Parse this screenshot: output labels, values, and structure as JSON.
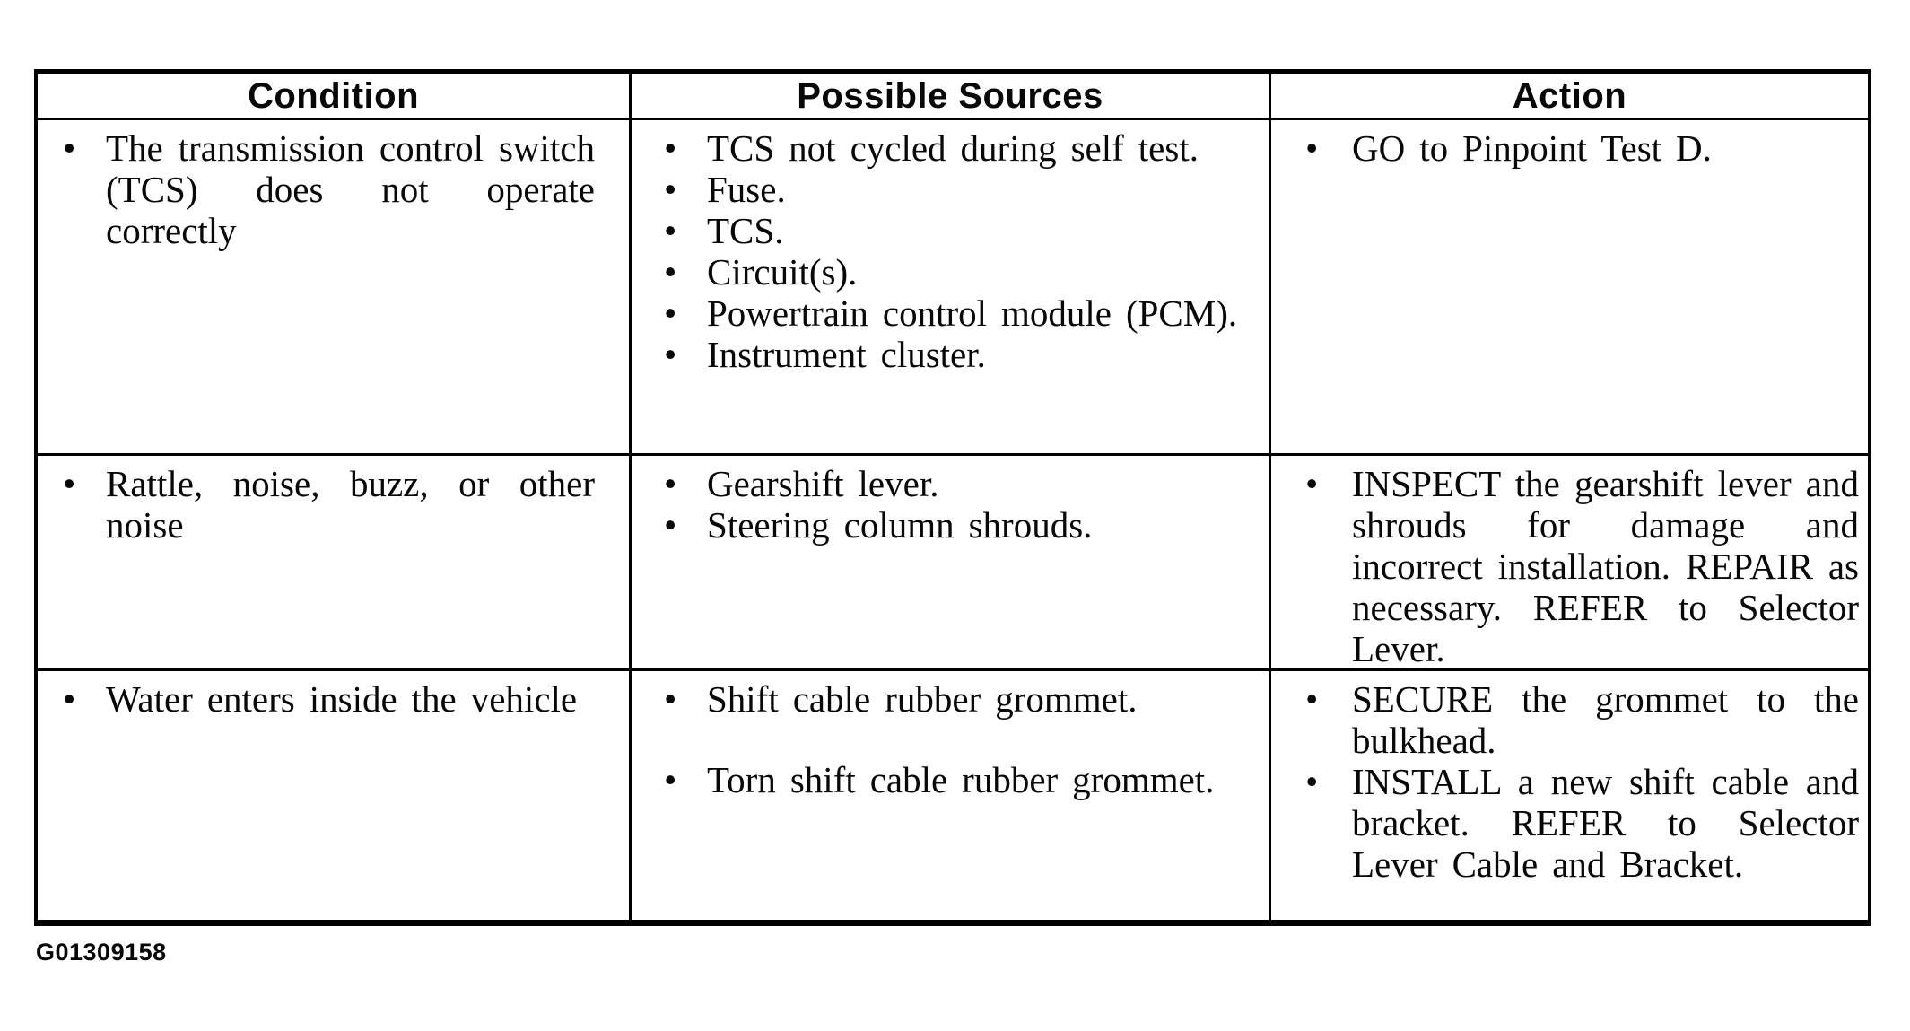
{
  "document": {
    "figure_id": "G01309158",
    "bullet_glyph": "•"
  },
  "table": {
    "columns": [
      "Condition",
      "Possible Sources",
      "Action"
    ],
    "rows": [
      {
        "condition": [
          "The transmission control switch (TCS) does not operate correctly"
        ],
        "possible_sources": [
          "TCS not cycled during self test.",
          "Fuse.",
          "TCS.",
          "Circuit(s).",
          "Powertrain control module (PCM).",
          "Instrument cluster."
        ],
        "action": [
          "GO to Pinpoint Test D."
        ]
      },
      {
        "condition": [
          "Rattle, noise, buzz, or other noise"
        ],
        "possible_sources": [
          "Gearshift lever.",
          "Steering column shrouds."
        ],
        "action": [
          "INSPECT the gearshift lever and shrouds for damage and incorrect installation. REPAIR as necessary. REFER to Selector Lever."
        ]
      },
      {
        "condition": [
          "Water enters inside the vehicle"
        ],
        "possible_sources": [
          "Shift cable rubber grommet.",
          "Torn shift cable rubber grommet."
        ],
        "action": [
          "SECURE the grommet to the bulkhead.",
          "INSTALL a new shift cable and bracket. REFER to Selector Lever Cable and Bracket."
        ]
      }
    ]
  }
}
